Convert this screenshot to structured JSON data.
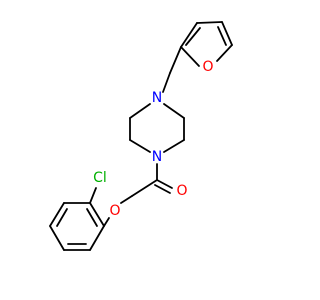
{
  "molecule": {
    "atoms": {
      "o_furan": {
        "label": "O",
        "color": "#ff0000"
      },
      "n_top": {
        "label": "N",
        "color": "#0000ff"
      },
      "n_bottom": {
        "label": "N",
        "color": "#0000ff"
      },
      "o_carbonyl": {
        "label": "O",
        "color": "#ff0000"
      },
      "o_ether": {
        "label": "O",
        "color": "#ff0000"
      },
      "cl": {
        "label": "Cl",
        "color": "#00b000"
      }
    },
    "bond_color": "#000000"
  }
}
